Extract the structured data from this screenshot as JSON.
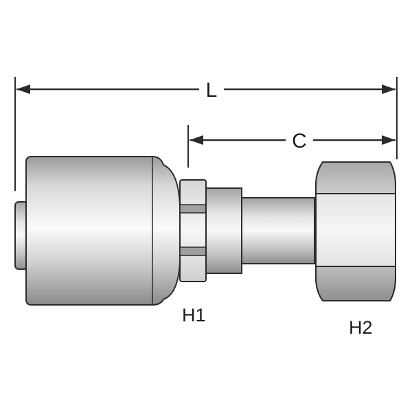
{
  "dimensions": {
    "overall_length": "L",
    "cutoff_length": "C"
  },
  "hex_labels": {
    "h1": "H1",
    "h2": "H2"
  },
  "colors": {
    "outline": "#2b2b2b",
    "metal_light": "#f4f4f4",
    "metal_mid": "#c9c9c9",
    "metal_dark": "#8e8e8e"
  }
}
